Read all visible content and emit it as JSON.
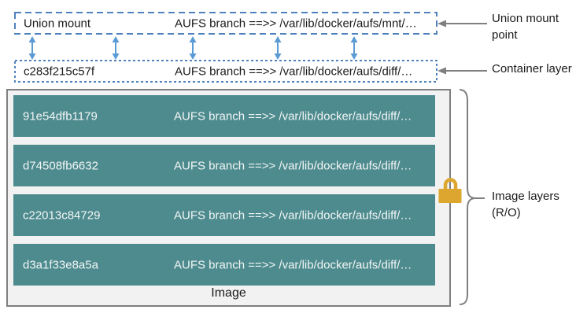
{
  "colors": {
    "teal": "#4e8b8e",
    "dash-blue": "#4f81bd",
    "arrow-blue": "#5b9bd5",
    "gray": "#7f7f7f",
    "lock-gold": "#dda62e",
    "box-fill": "#f2f2f2",
    "box-border": "#7f7f7f",
    "text": "#1a1a1a",
    "row-text": "#f2f6f6"
  },
  "union_mount_box": {
    "label": "Union mount",
    "branch": "AUFS branch ==>> /var/lib/docker/aufs/mnt/…"
  },
  "container_box": {
    "id": "c283f215c57f",
    "branch": "AUFS branch ==>> /var/lib/docker/aufs/diff/…"
  },
  "image_box": {
    "label": "Image",
    "layers": [
      {
        "id": "91e54dfb1179",
        "branch": "AUFS branch ==>> /var/lib/docker/aufs/diff/…"
      },
      {
        "id": "d74508fb6632",
        "branch": "AUFS branch ==>> /var/lib/docker/aufs/diff/…"
      },
      {
        "id": "c22013c84729",
        "branch": "AUFS branch ==>> /var/lib/docker/aufs/diff/…"
      },
      {
        "id": "d3a1f33e8a5a",
        "branch": "AUFS branch ==>> /var/lib/docker/aufs/diff/…"
      }
    ]
  },
  "annotations": {
    "union_mount_point": "Union mount point",
    "container_layer": "Container layer",
    "image_layers": "Image layers (R/O)"
  }
}
